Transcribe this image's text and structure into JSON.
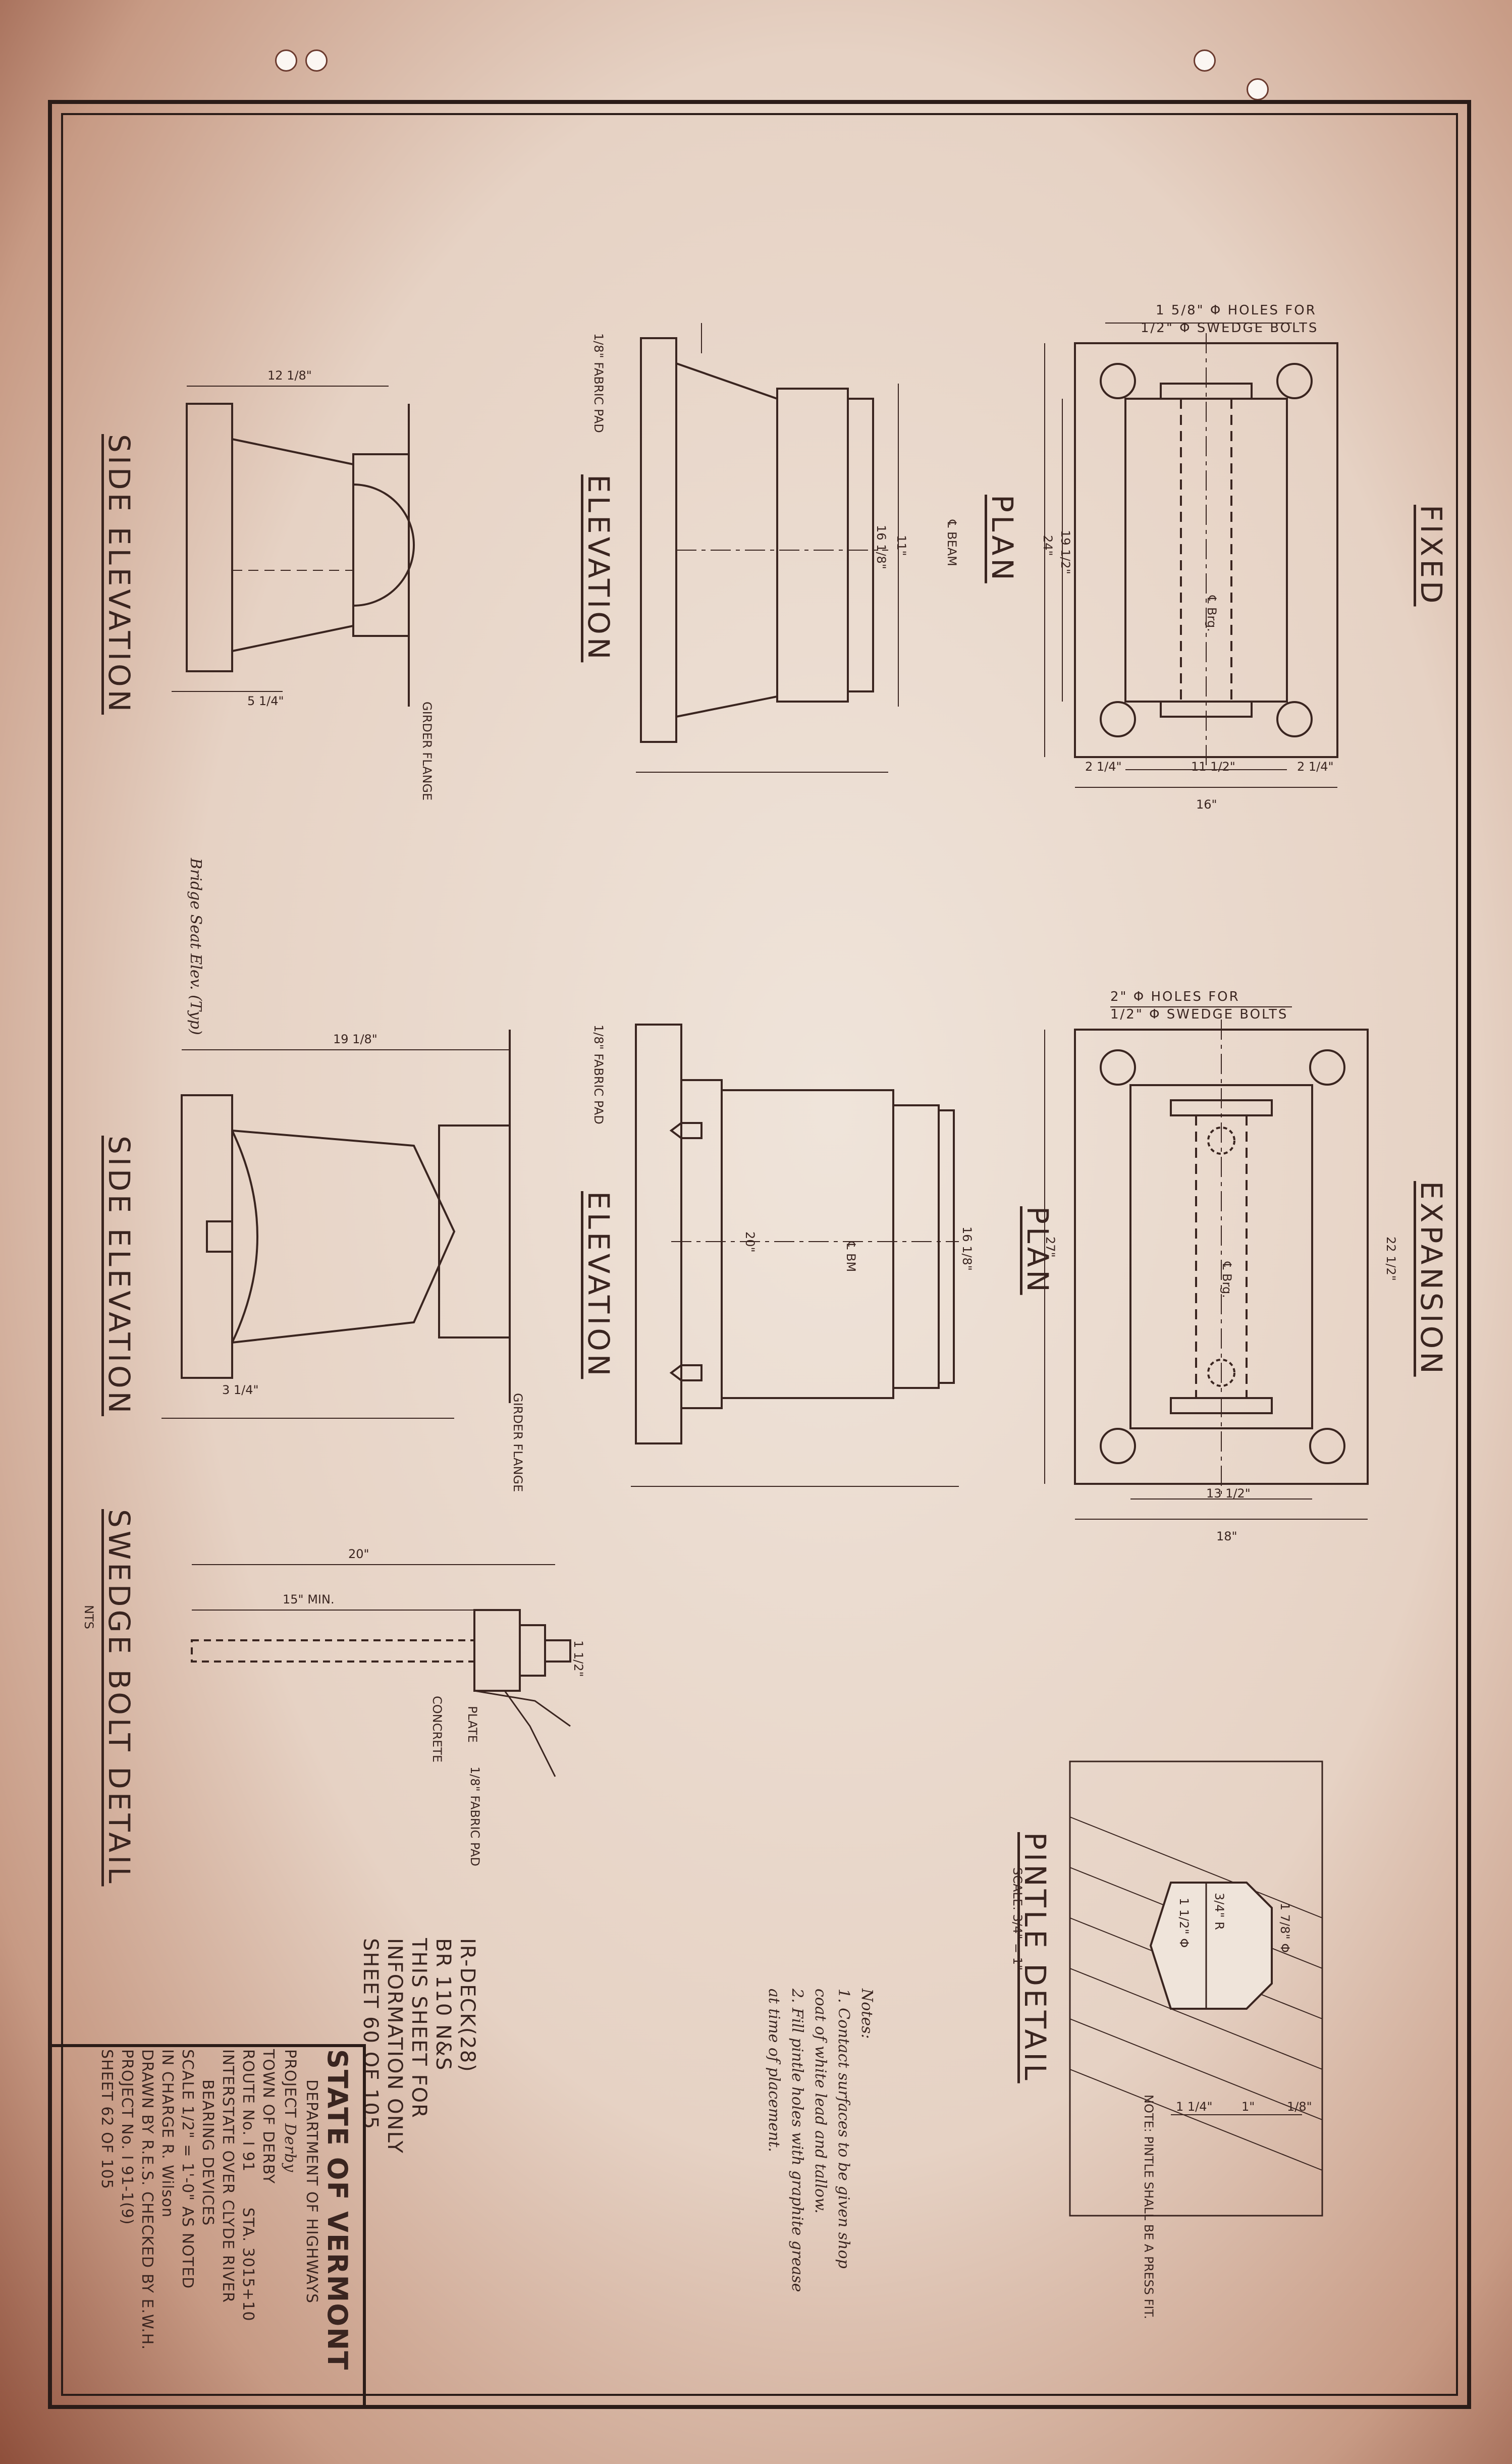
{
  "views": {
    "fixed_title": "FIXED",
    "fixed_plan": "PLAN",
    "fixed_elevation": "ELEVATION",
    "fixed_side": "SIDE ELEVATION",
    "expansion_title": "EXPANSION",
    "expansion_plan": "PLAN",
    "expansion_elevation": "ELEVATION",
    "expansion_side": "SIDE ELEVATION",
    "swedge_title": "SWEDGE BOLT DETAIL",
    "swedge_scale": "NTS",
    "pintle_title": "PINTLE DETAIL",
    "pintle_scale": "SCALE: 3/4\" = 1\""
  },
  "callouts": {
    "fixed_holes_1": "1 5/8\" Φ HOLES FOR",
    "fixed_holes_2": "1/2\" Φ SWEDGE BOLTS",
    "exp_holes_1": "2\" Φ HOLES FOR",
    "exp_holes_2": "1/2\" Φ SWEDGE BOLTS",
    "fabric_pad_1": "1/8\" FABRIC PAD",
    "fabric_pad_2": "1/8\" FABRIC PAD",
    "fabric_pad_3": "1/8\" FABRIC PAD",
    "girder_flange_1": "GIRDER FLANGE",
    "girder_flange_2": "GIRDER FLANGE",
    "bridge_seat": "Bridge Seat Elev. (Typ)",
    "cl_beam_1": "℄ BEAM",
    "cl_beam_2": "℄ BM",
    "cl_brg_1": "℄ Brg.",
    "cl_brg_2": "℄ Brg.",
    "plate": "PLATE",
    "concrete": "CONCRETE",
    "min_embed": "15\" MIN.",
    "pintle_note": "NOTE: PINTLE SHALL BE A PRESS FIT."
  },
  "dimensions": {
    "fixed_plan_width": "16\"",
    "fixed_plan_inner": "11 1/2\"",
    "fixed_plan_edge_a": "2 1/4\"",
    "fixed_plan_edge_b": "2 1/4\"",
    "fixed_plan_len": "24\"",
    "fixed_plan_inner_len": "19 1/2\"",
    "fixed_elev_a": "16 1/8\"",
    "fixed_elev_b": "11\"",
    "fixed_side_w": "12 1/8\"",
    "fixed_side_b": "5 1/4\"",
    "exp_plan_width": "18\"",
    "exp_plan_inner": "13 1/2\"",
    "exp_plan_len": "27\"",
    "exp_plan_inner_len": "22 1/2\"",
    "exp_elev_a": "16 1/8\"",
    "exp_elev_b": "20\"",
    "exp_side_w": "19 1/8\"",
    "exp_side_b": "3 1/4\"",
    "swedge_len": "20\"",
    "swedge_dia": "1 1/2\"",
    "pintle_a": "1 1/4\"",
    "pintle_b": "1\"",
    "pintle_c": "1/8\"",
    "pintle_d": "3/4\" R",
    "pintle_e": "1 7/8\" Φ",
    "pintle_f": "1 1/2\" Φ"
  },
  "notes": {
    "heading": "Notes:",
    "line1": "1. Contact surfaces to be given shop",
    "line2": "coat of white lead and tallow.",
    "line3": "2. Fill pintle holes with graphite grease",
    "line4": "at time of placement."
  },
  "stamp": {
    "line1": "IR-DECK(28)",
    "line2": "BR 110 N&S",
    "line3": "THIS SHEET FOR",
    "line4": "INFORMATION ONLY",
    "line5": "SHEET 60 OF 105"
  },
  "title_block": {
    "state": "STATE OF VERMONT",
    "dept": "DEPARTMENT OF HIGHWAYS",
    "project_label": "PROJECT",
    "project": "Derby",
    "town_label": "TOWN OF",
    "town": "DERBY",
    "route_label": "ROUTE No.",
    "route": "I 91",
    "sta_label": "STA.",
    "sta": "3015+10",
    "location": "INTERSTATE OVER CLYDE RIVER",
    "subject": "BEARING DEVICES",
    "scale_label": "SCALE",
    "scale": "1/2\" = 1'-0\" AS NOTED",
    "in_charge_label": "IN CHARGE",
    "in_charge": "R. Wilson",
    "drawn_label": "DRAWN BY",
    "drawn": "R.E.S.",
    "checked_label": "CHECKED BY",
    "checked": "E.W.H.",
    "project_no_label": "PROJECT No.",
    "project_no": "I 91-1(9)",
    "sheet_label": "SHEET",
    "sheet": "62",
    "of_label": "OF",
    "of": "105"
  },
  "colors": {
    "ink": "#3a2520",
    "paper": "#efe4da",
    "stain": "#8e4f3b"
  }
}
